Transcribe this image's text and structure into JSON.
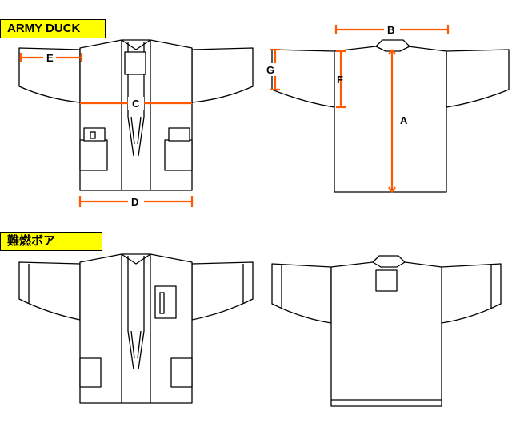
{
  "sections": [
    {
      "title": "ARMY DUCK"
    },
    {
      "title": "難燃ボア"
    }
  ],
  "dimensions": {
    "A": "A",
    "B": "B",
    "C": "C",
    "D": "D",
    "E": "E",
    "F": "F",
    "G": "G"
  },
  "colors": {
    "label_bg": "#ffff00",
    "dimension_line": "#ff5a00",
    "outline": "#000000"
  }
}
